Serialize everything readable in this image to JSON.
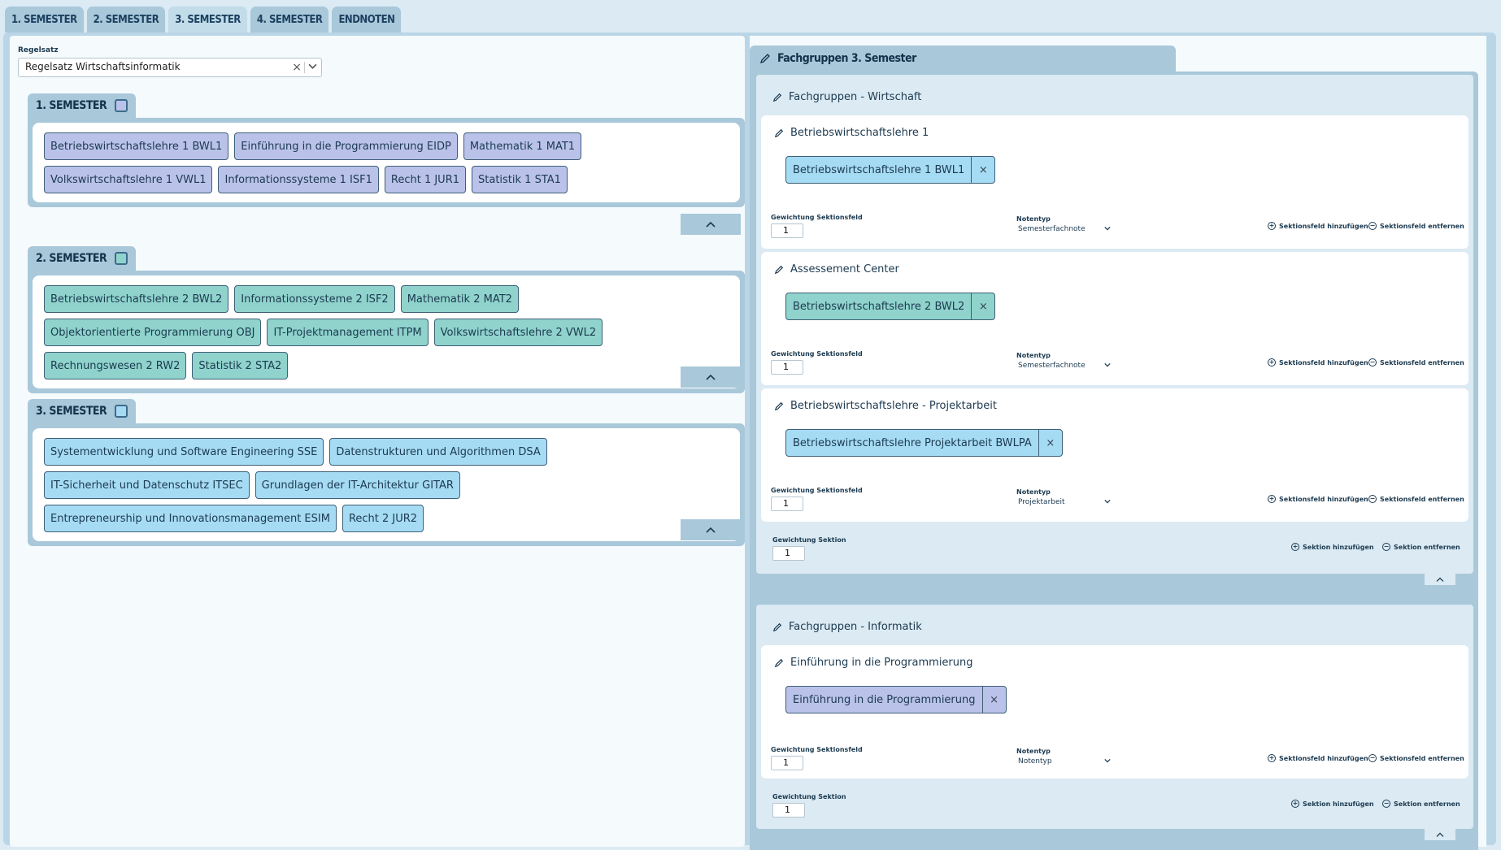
{
  "tabs": [
    "1. SEMESTER",
    "2. SEMESTER",
    "3. SEMESTER",
    "4. SEMESTER",
    "ENDNOTEN"
  ],
  "regelsatz": {
    "label": "Regelsatz",
    "value": "Regelsatz Wirtschaftsinformatik",
    "clear": "×"
  },
  "semesters": [
    {
      "title": "1. SEMESTER",
      "courses": [
        "Betriebswirtschaftslehre 1 BWL1",
        "Einführung in die Programmierung EIDP",
        "Mathematik 1 MAT1",
        "Volkswirtschaftslehre 1 VWL1",
        "Informationssysteme 1 ISF1",
        "Recht 1 JUR1",
        "Statistik 1 STA1"
      ]
    },
    {
      "title": "2. SEMESTER",
      "courses": [
        "Betriebswirtschaftslehre 2 BWL2",
        "Informationssysteme 2 ISF2",
        "Mathematik 2 MAT2",
        "Objektorientierte Programmierung OBJ",
        "IT-Projektmanagement ITPM",
        "Volkswirtschaftslehre 2 VWL2",
        "Rechnungswesen 2 RW2",
        "Statistik 2 STA2"
      ]
    },
    {
      "title": "3. SEMESTER",
      "courses": [
        "Systementwicklung und Software Engineering SSE",
        "Datenstrukturen und Algorithmen DSA",
        "IT-Sicherheit und Datenschutz ITSEC",
        "Grundlagen der IT-Architektur GITAR",
        "Entrepreneurship und Innovationsmanagement ESIM",
        "Recht 2 JUR2"
      ]
    }
  ],
  "right_panel": {
    "title": "Fachgruppen 3. Semester",
    "labels": {
      "gewichtung_feld": "Gewichtung Sektionsfeld",
      "notentyp": "Notentyp",
      "gewichtung_sektion": "Gewichtung Sektion",
      "feld_add": "Sektionsfeld hinzufügen",
      "feld_remove": "Sektionsfeld entfernen",
      "sektion_add": "Sektion hinzufügen",
      "sektion_remove": "Sektion entfernen",
      "chip_remove": "×"
    },
    "groups": [
      {
        "title": "Fachgruppen - Wirtschaft",
        "gewichtung_sektion": "1",
        "fields": [
          {
            "title": "Betriebswirtschaftslehre 1",
            "chip": "Betriebswirtschaftslehre 1 BWL1",
            "gewichtung": "1",
            "notentyp": "Semesterfachnote"
          },
          {
            "title": "Assessement Center",
            "chip": "Betriebswirtschaftslehre 2 BWL2",
            "gewichtung": "1",
            "notentyp": "Semesterfachnote"
          },
          {
            "title": "Betriebswirtschaftslehre - Projektarbeit",
            "chip": "Betriebswirtschaftslehre Projektarbeit BWLPA",
            "gewichtung": "1",
            "notentyp": "Projektarbeit"
          }
        ]
      },
      {
        "title": "Fachgruppen - Informatik",
        "gewichtung_sektion": "1",
        "fields": [
          {
            "title": "Einführung in die Programmierung",
            "chip": "Einführung in die Programmierung",
            "gewichtung": "1",
            "notentyp": "Notentyp"
          }
        ]
      }
    ]
  },
  "colors": {
    "tab": "#a9c8da",
    "semester1_pill": "#bac2ea",
    "semester2_pill": "#8fd3cc",
    "semester3_pill": "#a6dbf4"
  }
}
